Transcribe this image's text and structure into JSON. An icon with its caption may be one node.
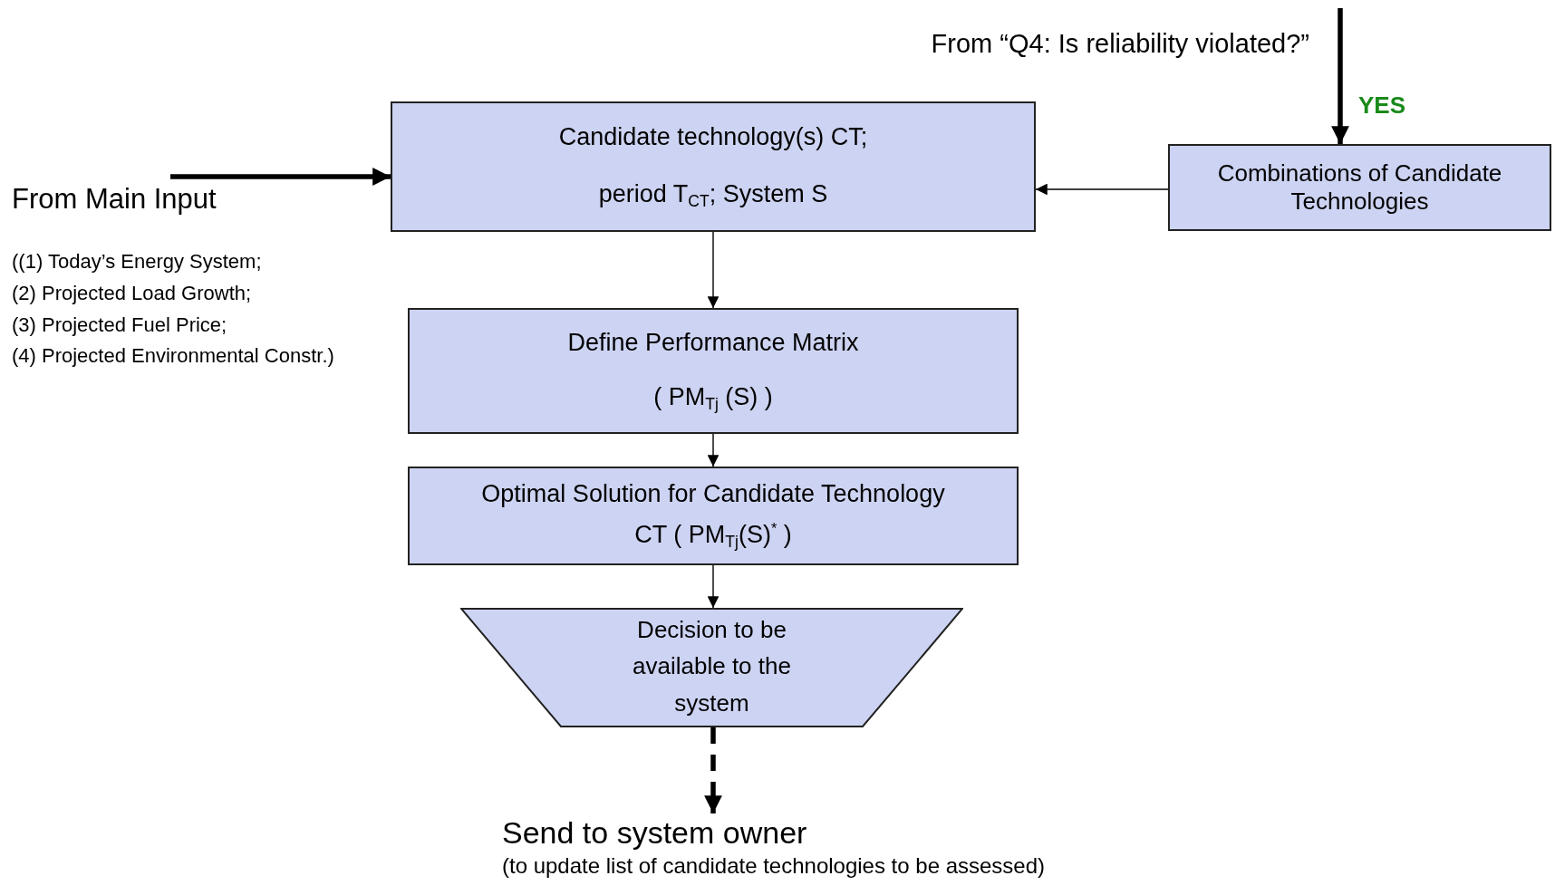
{
  "diagram": {
    "nodes": [
      {
        "text": [
          "From “Q4: Is reliability violated?”"
        ]
      },
      {
        "text": [
          "From Main Input"
        ],
        "beside": [
          "((1) Today’s Energy System;",
          "(2) Projected Load Growth;",
          "(3) Projected Fuel Price;",
          "(4) Projected Environmental Constr.)"
        ]
      },
      {
        "text": [
          "Candidate technology(s) CT;",
          "period T$_{CT}$; System S"
        ]
      },
      {
        "text": [
          "Combinations of Candidate Technologies"
        ]
      },
      {
        "text": [
          "Define Performance Matrix",
          "( PM$_{Tj}$ (S) )"
        ]
      },
      {
        "text": [
          "Optimal Solution for Candidate Technology",
          "CT ( PM$_{Tj}$(S)$^{*}$ )"
        ]
      },
      {
        "text": [
          "Decision to be available to the system"
        ]
      },
      {
        "text": [
          "Send to system owner",
          "(to update list of candidate technologies to be assessed)"
        ]
      }
    ],
    "edges": [
      {
        "from": 0,
        "to": 3,
        "arrow": "to",
        "label": "YES",
        "style": "thick"
      },
      {
        "from": 1,
        "to": 2,
        "arrow": "to",
        "style": "thick"
      },
      {
        "from": 3,
        "to": 2,
        "arrow": "to"
      },
      {
        "from": 2,
        "to": 4,
        "arrow": "to"
      },
      {
        "from": 4,
        "to": 5,
        "arrow": "to"
      },
      {
        "from": 5,
        "to": 6,
        "arrow": "to"
      },
      {
        "from": 6,
        "to": 7,
        "arrow": "to",
        "style": "dashed"
      }
    ]
  }
}
